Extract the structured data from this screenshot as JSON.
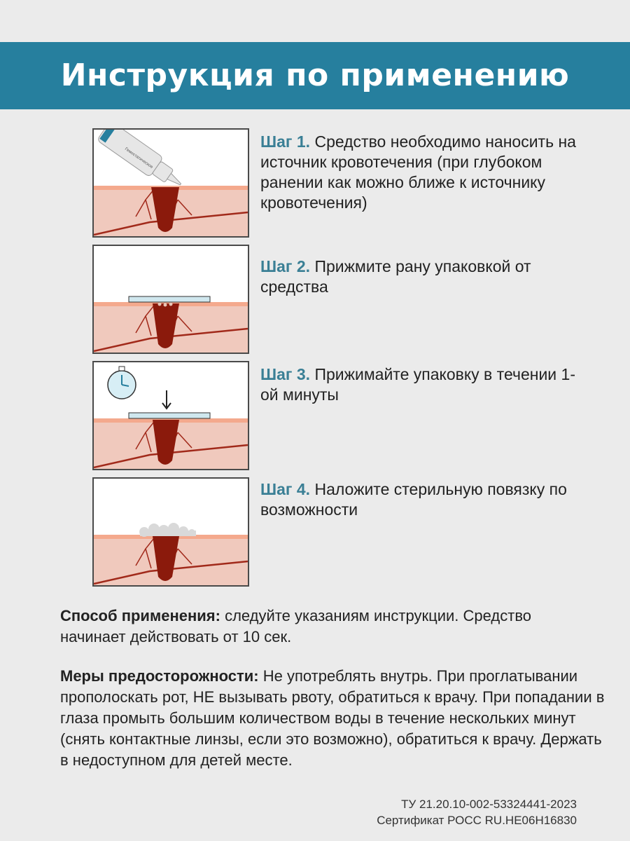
{
  "header": {
    "title": "Инструкция по применению"
  },
  "steps": [
    {
      "label": "Шаг 1.",
      "text": "Средство необходимо наносить на источник кровотечения (при глубоком ранении как можно ближе к источнику кровотечения)",
      "bottle_label": "Гемостатическое"
    },
    {
      "label": "Шаг 2.",
      "text": "Прижмите рану упаковкой от средства"
    },
    {
      "label": "Шаг 3.",
      "text": "Прижимайте упаковку в течении 1-ой минуты"
    },
    {
      "label": "Шаг 4.",
      "text": "Наложите стерильную повязку по возможности"
    }
  ],
  "usage": {
    "label": "Способ применения:",
    "text": "следуйте указаниям инструкции. Средство начинает действовать от 10 сек."
  },
  "precautions": {
    "label": "Меры предосторожности:",
    "text": "Не употреблять внутрь. При проглатывании прополоскать рот, НЕ вызывать рвоту, обратиться к врачу. При попадании в глаза промыть большим количеством воды в течение нескольких минут (снять контактные линзы, если это возможно), обратиться к врачу. Держать в недоступном для детей месте."
  },
  "footer": {
    "tu": "ТУ 21.20.10-002-53324441-2023",
    "cert": "Сертификат РОСС RU.HE06H16830"
  },
  "colors": {
    "banner": "#267f9e",
    "step_label": "#3a7f95",
    "skin": "#f0c9bd",
    "skin_top": "#f4a98d",
    "wound": "#8b1a0c"
  }
}
